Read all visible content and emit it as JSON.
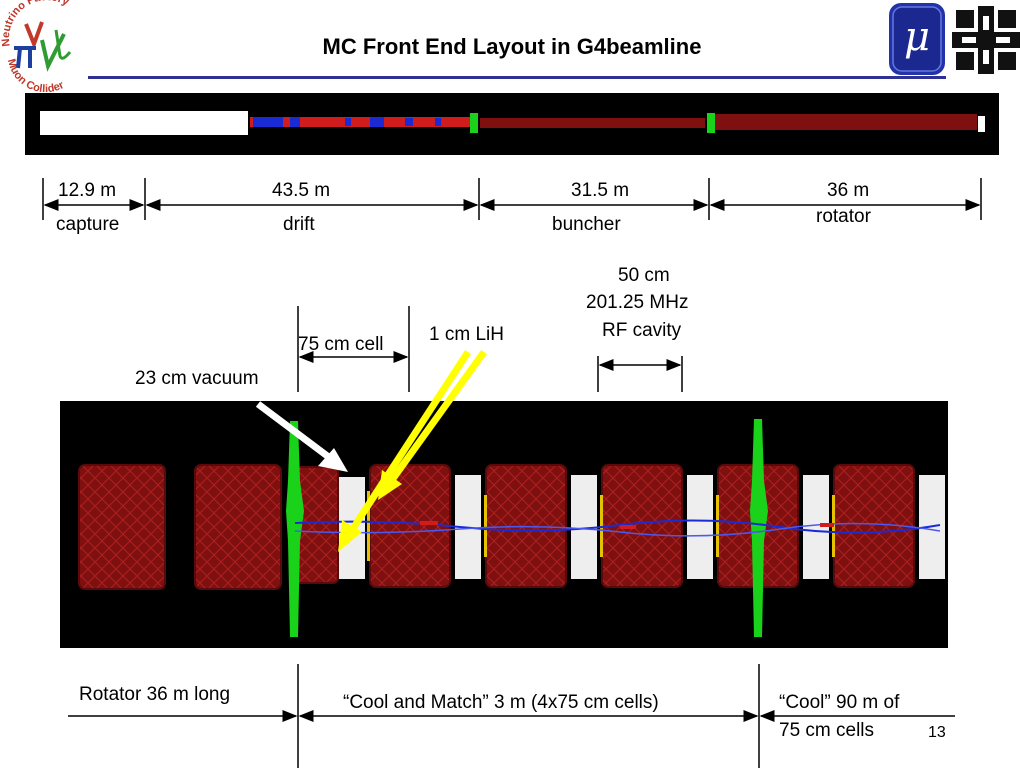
{
  "title": "MC Front End Layout in G4beamline",
  "logo_nf": {
    "top_text": "Neutrino Factory",
    "bottom_text": "Muon Collider"
  },
  "logo_mu": {
    "symbol": "μ"
  },
  "segments": [
    {
      "length": "12.9 m",
      "name": "capture"
    },
    {
      "length": "43.5 m",
      "name": "drift"
    },
    {
      "length": "31.5 m",
      "name": "buncher"
    },
    {
      "length": "36 m",
      "name": "rotator"
    }
  ],
  "rf_cavity": {
    "line1": "50 cm",
    "line2": "201.25 MHz",
    "line3": "RF cavity"
  },
  "cell_label": "75 cm cell",
  "lih_label": "1 cm LiH",
  "vacuum_label": "23 cm vacuum",
  "bottom": {
    "rotator": "Rotator 36 m long",
    "cool_match": "“Cool and Match” 3 m (4x75 cm cells)",
    "cool_line1": "“Cool” 90 m of",
    "cool_line2": "75 cm cells"
  },
  "page_number": "13",
  "colors": {
    "accent": "#2e3192",
    "coil": "#7f1010",
    "absorber": "#19d219",
    "arrow_yellow": "#ffff00",
    "beam_blue": "#1a2bd6"
  }
}
